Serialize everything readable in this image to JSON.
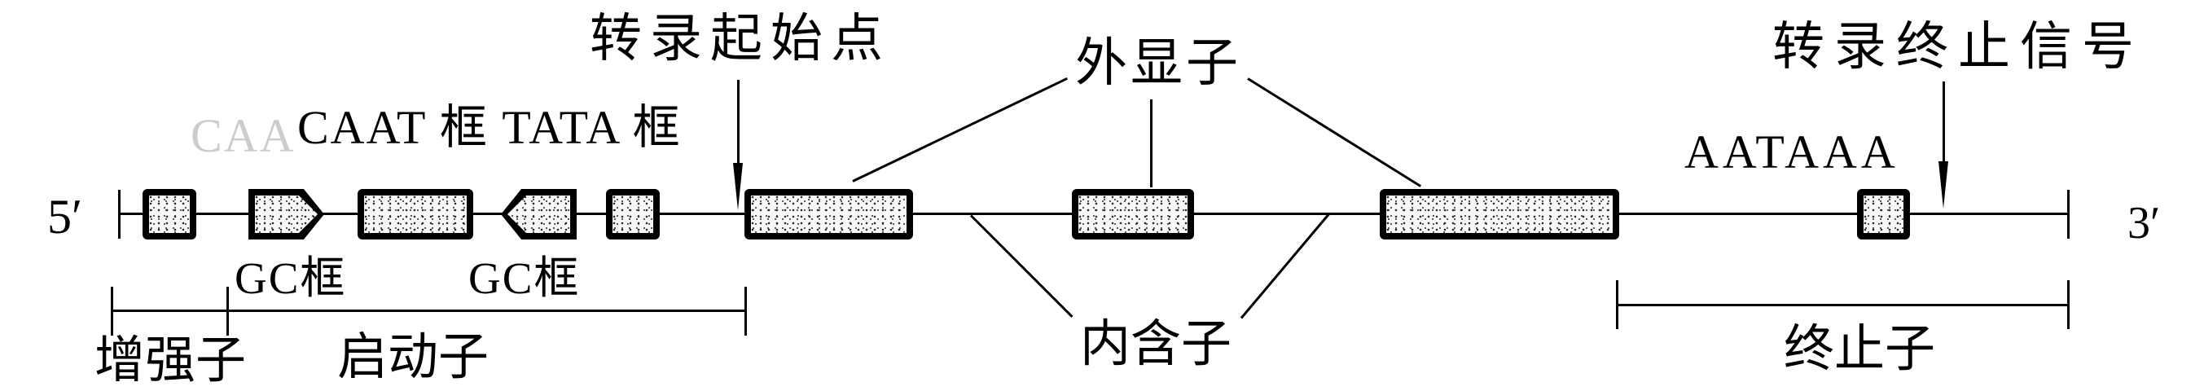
{
  "diagram": {
    "ends": {
      "five_prime": "5′",
      "three_prime": "3′"
    },
    "top_labels": {
      "caat_tata": "CAAT 框 TATA 框",
      "ghost_text": "CAA",
      "transcription_start": "转录起始点",
      "exon": "外显子",
      "transcription_termination_signal": "转录终止信号",
      "aataaa_signal": "AATAAA"
    },
    "bottom_labels": {
      "gc_box_left": "GC框",
      "gc_box_right": "GC框",
      "enhancer": "增强子",
      "promoter": "启动子",
      "intron": "内含子",
      "terminator": "终止子"
    },
    "colors": {
      "ink": "#000000",
      "box_fill": "#f8f8f6",
      "ghost_text": "#cccccc"
    }
  }
}
